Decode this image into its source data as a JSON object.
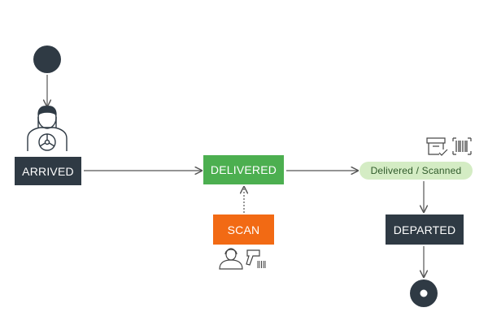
{
  "diagram": {
    "nodes": {
      "arrived": "ARRIVED",
      "delivered": "DELIVERED",
      "scan": "SCAN",
      "departed": "DEPARTED",
      "delivered_scanned": "Delivered / Scanned"
    },
    "edges": [
      {
        "from": "start",
        "to": "arrived",
        "style": "solid"
      },
      {
        "from": "arrived",
        "to": "delivered",
        "style": "solid"
      },
      {
        "from": "scan",
        "to": "delivered",
        "style": "dashed"
      },
      {
        "from": "delivered",
        "to": "delivered_scanned",
        "style": "solid"
      },
      {
        "from": "delivered_scanned",
        "to": "departed",
        "style": "solid"
      },
      {
        "from": "departed",
        "to": "end",
        "style": "solid"
      }
    ],
    "icons": [
      "driver-icon",
      "person-icon",
      "barcode-scanner-icon",
      "package-check-icon",
      "barcode-icon"
    ],
    "colors": {
      "dark_node": "#2f3a44",
      "delivered": "#4caf50",
      "scan": "#f26a14",
      "delivered_scanned": "#d4ecc4",
      "line": "#555555"
    }
  }
}
